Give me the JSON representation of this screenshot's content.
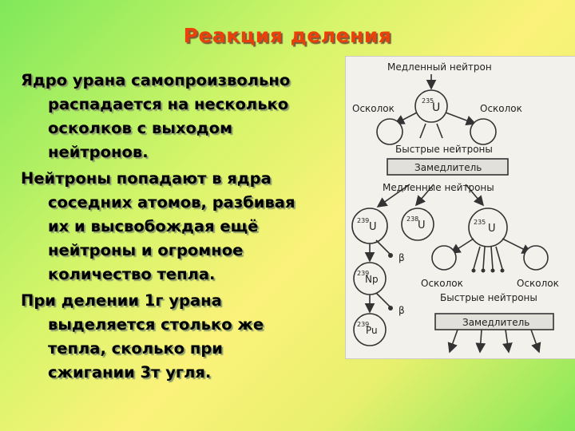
{
  "slide": {
    "title": "Реакция деления",
    "paragraphs": [
      "Ядро урана самопроизвольно распадается на несколько осколков с выходом нейтронов.",
      "Нейтроны попадают в ядра соседних атомов, разбивая их и высвобождая ещё нейтроны и огромное количество тепла.",
      "При делении 1г урана выделяется столько же тепла, сколько при сжигании 3т угля."
    ]
  },
  "diagram": {
    "slow_neutron_top": "Медленный нейтрон",
    "fragment_left": "Осколок",
    "fragment_right": "Осколок",
    "u235_mass": "235",
    "u_symbol": "U",
    "fast_neutrons_1": "Быстрые нейтроны",
    "moderator_1": "Замедлитель",
    "slow_neutrons": "Медленные нейтроны",
    "u239_mass": "239",
    "u238_mass": "238",
    "u235b_mass": "235",
    "beta_1": "β",
    "np_mass": "239",
    "np_symbol": "Np",
    "beta_2": "β",
    "pu_mass": "239",
    "pu_symbol": "Pu",
    "fragment_left_2": "Осколок",
    "fragment_right_2": "Осколок",
    "fast_neutrons_2": "Быстрые нейтроны",
    "moderator_2": "Замедлитель"
  }
}
